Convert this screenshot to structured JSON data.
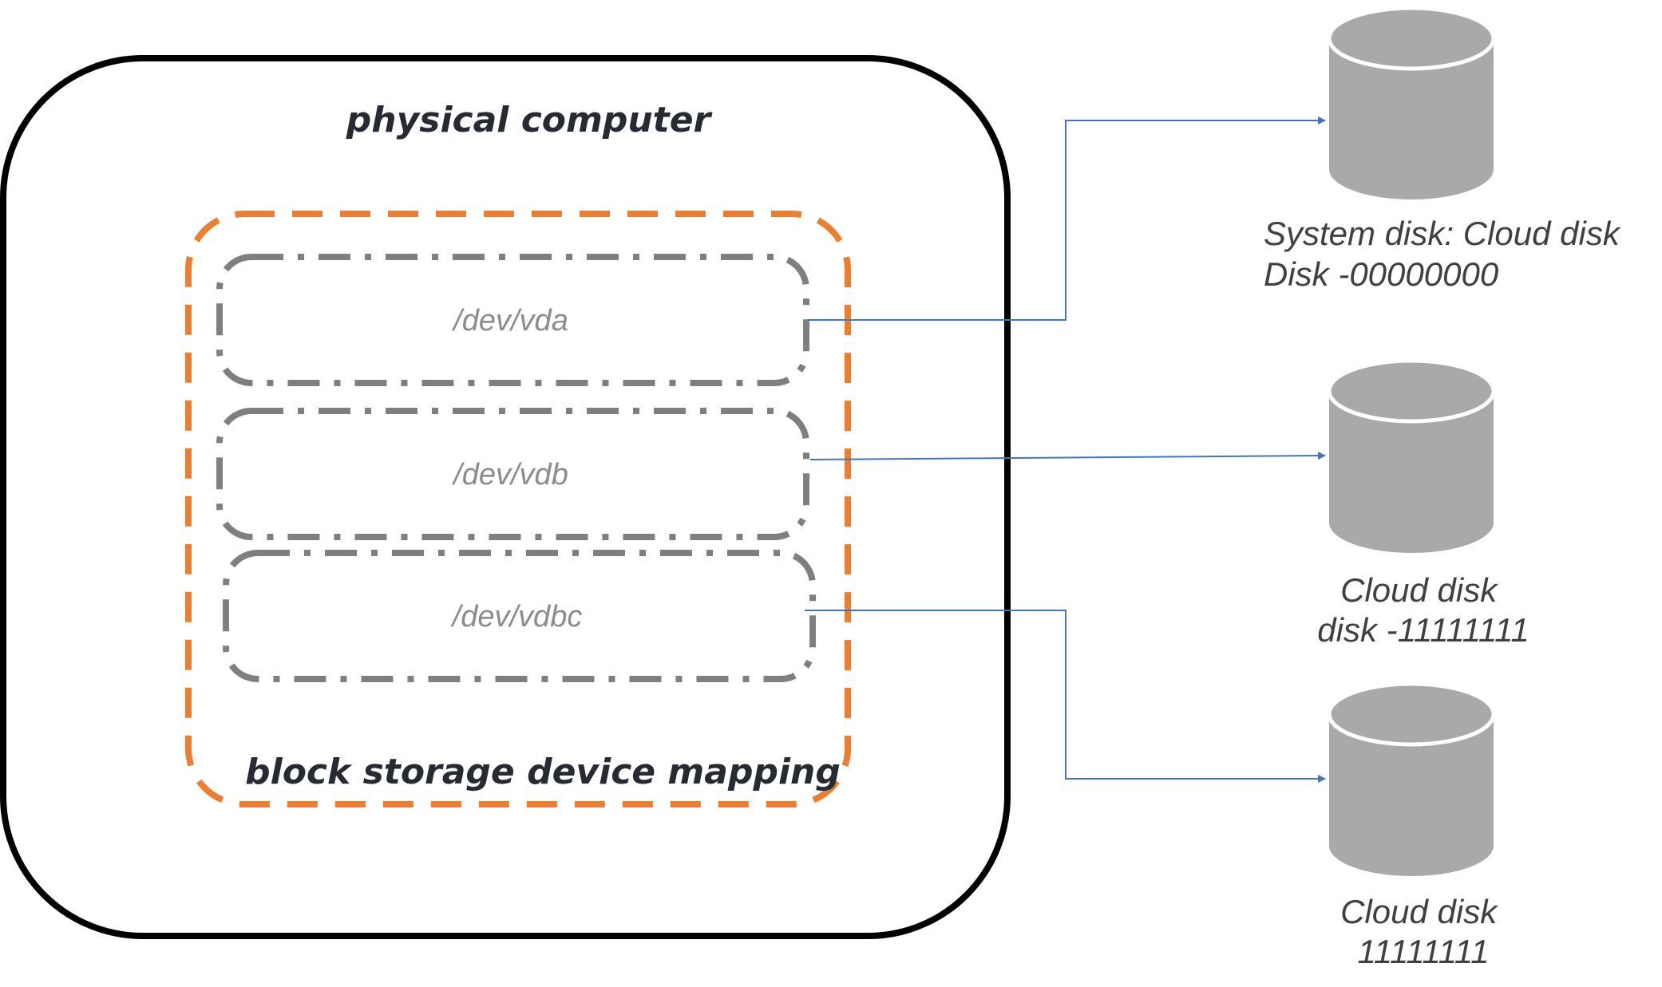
{
  "computer": {
    "title": "physical computer"
  },
  "mapping": {
    "title": "block storage device mapping"
  },
  "devices": [
    {
      "label": "/dev/vda"
    },
    {
      "label": "/dev/vdb"
    },
    {
      "label": "/dev/vdbc"
    }
  ],
  "disks": [
    {
      "lines": [
        "System disk: Cloud disk",
        "Disk -00000000"
      ]
    },
    {
      "lines": [
        "Cloud disk",
        "disk -11111111"
      ]
    },
    {
      "lines": [
        "Cloud disk",
        "11111111"
      ]
    }
  ],
  "colors": {
    "computer_border": "#000000",
    "mapping_border": "#ED7D31",
    "device_border": "#7F7F7F",
    "device_text": "#8C8C8C",
    "connector": "#4472C4",
    "disk_fill": "#ABA9A8",
    "disk_text": "#404040",
    "title_text": "#262A33"
  }
}
